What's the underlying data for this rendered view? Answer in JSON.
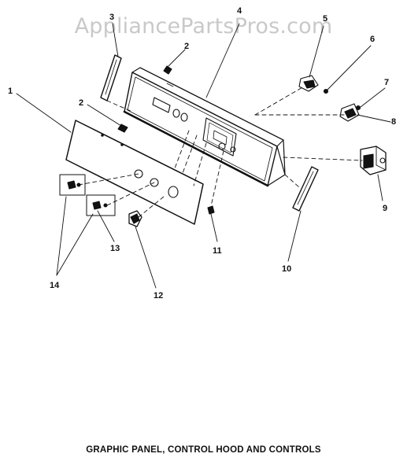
{
  "watermark": "AppliancePartsPros.com",
  "caption": "GRAPHIC PANEL, CONTROL HOOD AND CONTROLS",
  "callouts": {
    "c1": "1",
    "c2a": "2",
    "c2b": "2",
    "c3": "3",
    "c4": "4",
    "c5": "5",
    "c6": "6",
    "c7": "7",
    "c8": "8",
    "c9": "9",
    "c10": "10",
    "c11": "11",
    "c12": "12",
    "c13": "13",
    "c14": "14"
  }
}
